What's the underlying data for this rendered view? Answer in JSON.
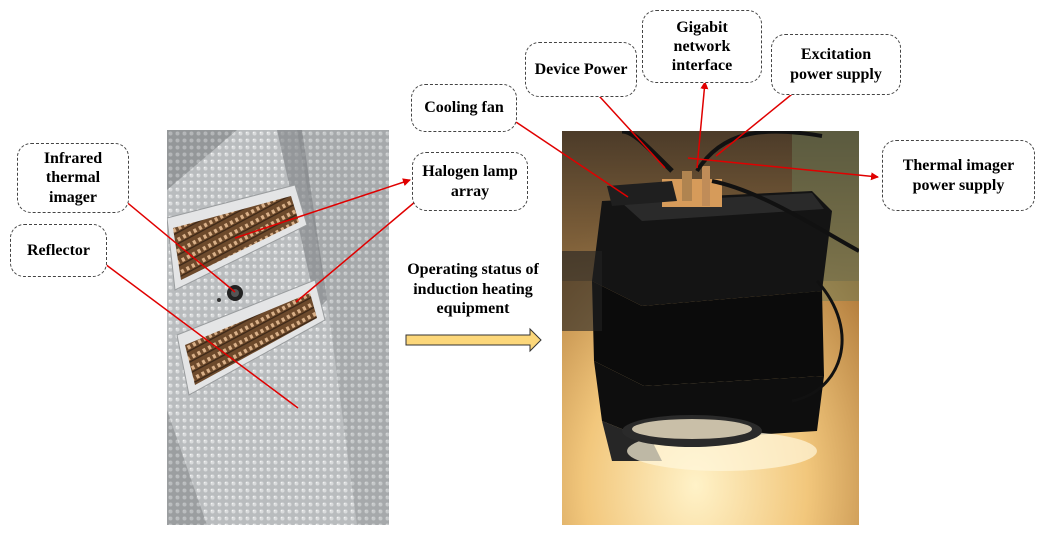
{
  "labels": {
    "infrared_thermal_imager": "Infrared thermal imager",
    "reflector": "Reflector",
    "halogen_lamp_array": "Halogen lamp array",
    "cooling_fan": "Cooling fan",
    "device_power": "Device Power",
    "gigabit_network_interface": "Gigabit network interface",
    "excitation_power_supply": "Excitation power supply",
    "thermal_imager_power_supply": "Thermal imager power supply"
  },
  "caption": "Operating status of induction heating equipment",
  "colors": {
    "pointer_arrow": "#e00000",
    "flow_arrow_fill": "#fcd77a",
    "flow_arrow_stroke": "#333333",
    "callout_border": "#444444"
  }
}
